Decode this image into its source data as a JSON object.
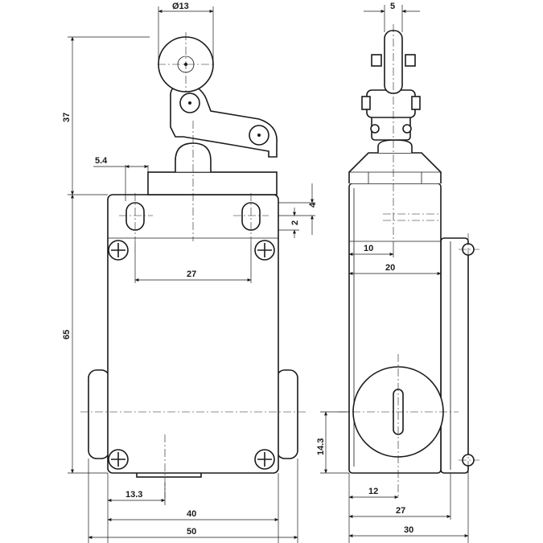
{
  "dimensions": {
    "roller_diameter": "Ø13",
    "roller_width": "5",
    "head_offset": "5.4",
    "head_height": "37",
    "hole_height": "4",
    "hole_width": "2",
    "hole_spacing": "27",
    "body_height": "65",
    "bottom_offset": "13.3",
    "mount_width": "40",
    "body_width": "50",
    "side_offset_top": "10",
    "side_depth_top": "20",
    "cable_entry_height": "14.3",
    "cable_entry_offset": "12",
    "side_depth": "27",
    "side_total": "30"
  }
}
